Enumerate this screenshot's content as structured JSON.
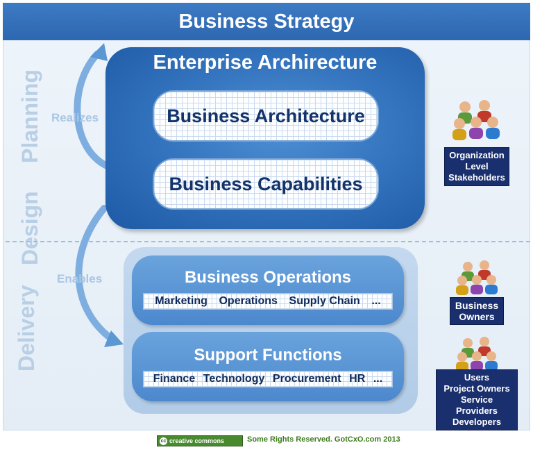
{
  "header": {
    "title": "Business Strategy"
  },
  "side_labels": {
    "planning": "Planning",
    "design": "Design",
    "delivery": "Delivery"
  },
  "arrows": {
    "realizes": "Realizes",
    "enables": "Enables"
  },
  "enterprise_architecture": {
    "title": "Enterprise Archirecture",
    "business_architecture": "Business Architecture",
    "business_capabilities": "Business Capabilities"
  },
  "business_operations": {
    "title": "Business Operations",
    "items": [
      "Marketing",
      "Operations",
      "Supply Chain",
      "..."
    ]
  },
  "support_functions": {
    "title": "Support Functions",
    "items": [
      "Finance",
      "Technology",
      "Procurement",
      "HR",
      "..."
    ]
  },
  "stakeholders": {
    "organization": [
      "Organization",
      "Level",
      "Stakeholders"
    ],
    "business_owners": [
      "Business",
      "Owners"
    ],
    "users": [
      "Users",
      "Project Owners",
      "Service Providers",
      "Developers"
    ]
  },
  "footer": {
    "cc_badge": "creative commons",
    "text": "Some Rights Reserved. GotCxO.com  2013"
  },
  "colors": {
    "title_bar": "#3d7bc4",
    "ea_box": "#2e6db8",
    "operations_box": "#5a95d4",
    "stakeholder_box": "#1a2f6e",
    "footer_green": "#4a8a2f"
  },
  "icons": [
    "people-group-icon",
    "cc-icon"
  ]
}
